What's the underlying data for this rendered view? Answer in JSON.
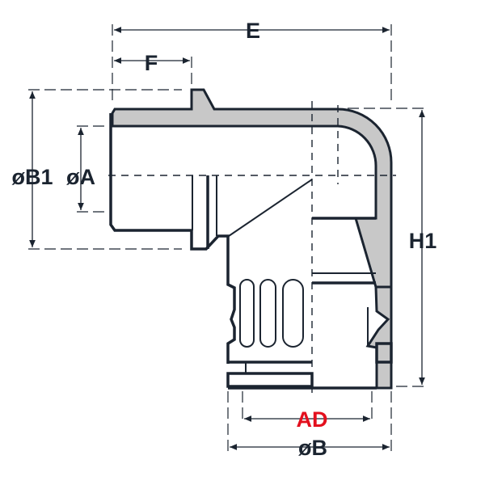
{
  "labels": {
    "E": "E",
    "F": "F",
    "B1": "øB1",
    "A": "øA",
    "H1": "H1",
    "AD": "AD",
    "B": "øB"
  },
  "colors": {
    "line": "#1b2430",
    "section_fill": "#c8c8c8",
    "highlight": "#e3101e"
  }
}
